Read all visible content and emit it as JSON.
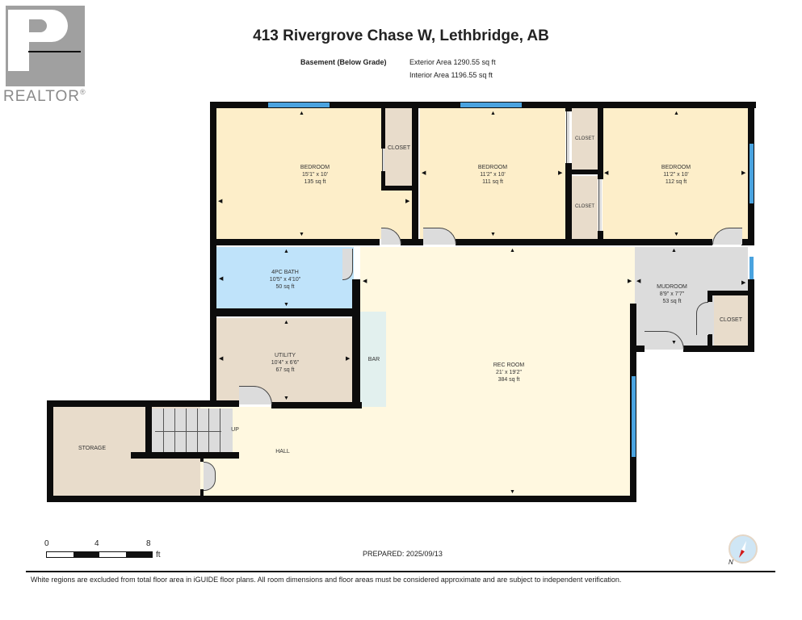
{
  "header": {
    "title": "413 Rivergrove Chase W, Lethbridge, AB",
    "level": "Basement (Below Grade)",
    "exterior_area": "Exterior Area 1290.55 sq ft",
    "interior_area": "Interior Area 1196.55 sq ft"
  },
  "logo": {
    "text": "REALTOR",
    "reg": "®"
  },
  "rooms": {
    "bedroom1": {
      "name": "BEDROOM",
      "dims": "15'1\" x 10'",
      "area": "135 sq ft"
    },
    "bedroom2": {
      "name": "BEDROOM",
      "dims": "11'2\" x 10'",
      "area": "111 sq ft"
    },
    "bedroom3": {
      "name": "BEDROOM",
      "dims": "11'2\" x 10'",
      "area": "112 sq ft"
    },
    "closet1": {
      "name": "CLOSET"
    },
    "closet2": {
      "name": "CLOSET"
    },
    "closet3": {
      "name": "CLOSET"
    },
    "closet4": {
      "name": "CLOSET"
    },
    "bath": {
      "name": "4PC BATH",
      "dims": "10'5\" x 4'10\"",
      "area": "50 sq ft"
    },
    "utility": {
      "name": "UTILITY",
      "dims": "10'4\" x 6'6\"",
      "area": "67 sq ft"
    },
    "bar": {
      "name": "BAR"
    },
    "rec": {
      "name": "REC ROOM",
      "dims": "21' x 19'2\"",
      "area": "384 sq ft"
    },
    "mudroom": {
      "name": "MUDROOM",
      "dims": "8'9\" x 7'7\"",
      "area": "53 sq ft"
    },
    "storage": {
      "name": "STORAGE"
    },
    "hall": {
      "name": "HALL"
    },
    "stairs": {
      "label": "UP"
    }
  },
  "scale": {
    "ticks": [
      "0",
      "4",
      "8"
    ],
    "unit": "ft"
  },
  "prepared": "PREPARED: 2025/09/13",
  "compass": {
    "label": "N"
  },
  "disclaimer": "White regions are excluded from total floor area in iGUIDE floor plans. All room dimensions and floor areas must be considered approximate and are subject to independent verification.",
  "colors": {
    "wall": "#0c0c0c",
    "window": "#4aa3df",
    "bedroom": "#fdeec9",
    "bath": "#bfe3fa",
    "utility": "#e8dccb",
    "mudroom": "#dcdcdc"
  }
}
